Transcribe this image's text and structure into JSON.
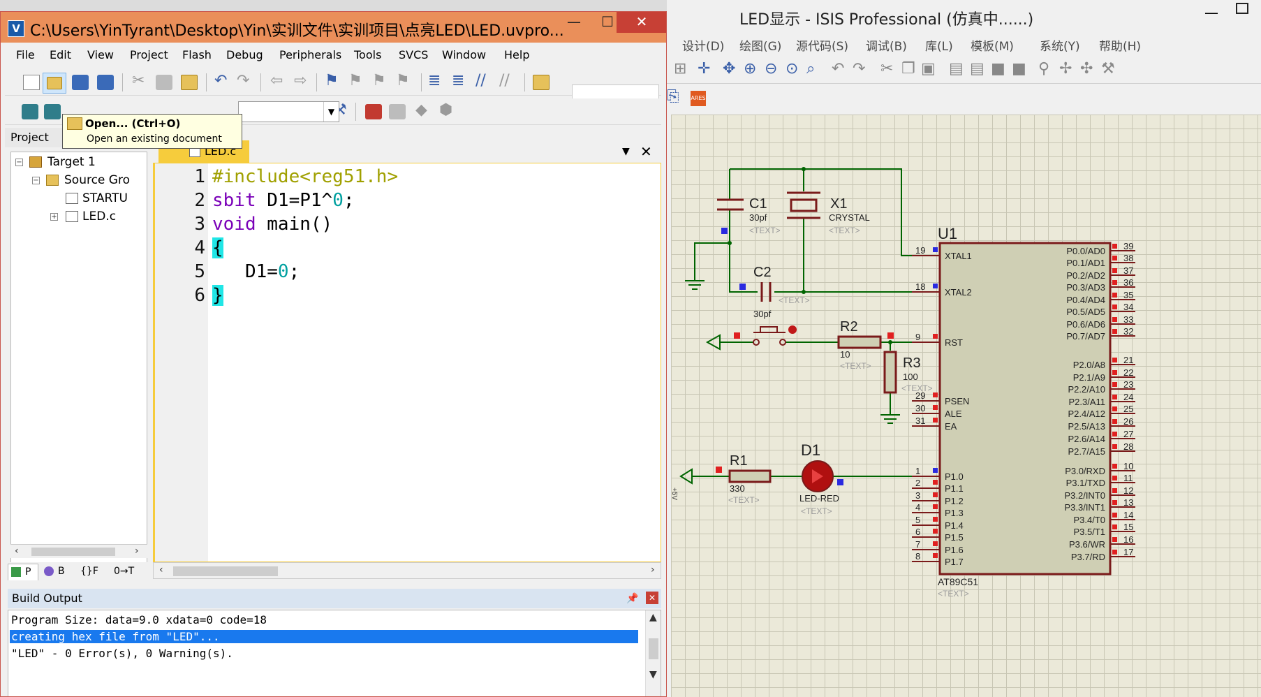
{
  "keil": {
    "title": "C:\\Users\\YinTyrant\\Desktop\\Yin\\实训文件\\实训项目\\点亮LED\\LED.uvpro...",
    "menu": [
      "File",
      "Edit",
      "View",
      "Project",
      "Flash",
      "Debug",
      "Peripherals",
      "Tools",
      "SVCS",
      "Window",
      "Help"
    ],
    "tooltip": {
      "title": "Open... (Ctrl+O)",
      "desc": "Open an existing document"
    },
    "project": {
      "header": "Project",
      "tree": [
        "Target 1",
        "Source Gro",
        "STARTU",
        "LED.c"
      ],
      "tabs": [
        "P",
        "B",
        "{}F",
        "0→T"
      ]
    },
    "editor": {
      "tab": "LED.c",
      "line_numbers": [
        "1",
        "2",
        "3",
        "4",
        "5",
        "6"
      ],
      "lines": {
        "l1_pp": "#include<reg51.h>",
        "l2_kw": "sbit",
        "l2_rest": " D1=P1^",
        "l2_num": "0",
        "l2_end": ";",
        "l3_kw": "void",
        "l3_rest": " main()",
        "l4": "{",
        "l5_a": "   D1=",
        "l5_num": "0",
        "l5_end": ";",
        "l6": "}"
      }
    },
    "build": {
      "header": "Build Output",
      "lines": [
        "Program Size: data=9.0 xdata=0 code=18",
        "creating hex file from \"LED\"...",
        "\"LED\" - 0 Error(s), 0 Warning(s)."
      ]
    }
  },
  "isis": {
    "title": "LED显示 - ISIS Professional (仿真中......)",
    "menu": [
      "设计(D)",
      "绘图(G)",
      "源代码(S)",
      "调试(B)",
      "库(L)",
      "模板(M)",
      "系统(Y)",
      "帮助(H)"
    ],
    "ares": "ARES",
    "schematic": {
      "c1": {
        "ref": "C1",
        "value": "30pf",
        "text": "<TEXT>"
      },
      "c2": {
        "ref": "C2",
        "value": "30pf",
        "text": "<TEXT>"
      },
      "x1": {
        "ref": "X1",
        "value": "CRYSTAL",
        "text": "<TEXT>"
      },
      "r1": {
        "ref": "R1",
        "value": "330",
        "text": "<TEXT>"
      },
      "r2": {
        "ref": "R2",
        "value": "10",
        "text": "<TEXT>"
      },
      "r3": {
        "ref": "R3",
        "value": "100",
        "text": "<TEXT>"
      },
      "d1": {
        "ref": "D1",
        "value": "LED-RED",
        "text": "<TEXT>"
      },
      "u1": {
        "ref": "U1",
        "part": "AT89C51",
        "text": "<TEXT>"
      },
      "vcc_label": "+5V",
      "left_pins": [
        {
          "num": "19",
          "name": "XTAL1"
        },
        {
          "num": "18",
          "name": "XTAL2"
        },
        {
          "num": "9",
          "name": "RST"
        },
        {
          "num": "29",
          "name": "PSEN"
        },
        {
          "num": "30",
          "name": "ALE"
        },
        {
          "num": "31",
          "name": "EA"
        },
        {
          "num": "1",
          "name": "P1.0"
        },
        {
          "num": "2",
          "name": "P1.1"
        },
        {
          "num": "3",
          "name": "P1.2"
        },
        {
          "num": "4",
          "name": "P1.3"
        },
        {
          "num": "5",
          "name": "P1.4"
        },
        {
          "num": "6",
          "name": "P1.5"
        },
        {
          "num": "7",
          "name": "P1.6"
        },
        {
          "num": "8",
          "name": "P1.7"
        }
      ],
      "right_pins": [
        {
          "num": "39",
          "name": "P0.0/AD0"
        },
        {
          "num": "38",
          "name": "P0.1/AD1"
        },
        {
          "num": "37",
          "name": "P0.2/AD2"
        },
        {
          "num": "36",
          "name": "P0.3/AD3"
        },
        {
          "num": "35",
          "name": "P0.4/AD4"
        },
        {
          "num": "34",
          "name": "P0.5/AD5"
        },
        {
          "num": "33",
          "name": "P0.6/AD6"
        },
        {
          "num": "32",
          "name": "P0.7/AD7"
        },
        {
          "num": "21",
          "name": "P2.0/A8"
        },
        {
          "num": "22",
          "name": "P2.1/A9"
        },
        {
          "num": "23",
          "name": "P2.2/A10"
        },
        {
          "num": "24",
          "name": "P2.3/A11"
        },
        {
          "num": "25",
          "name": "P2.4/A12"
        },
        {
          "num": "26",
          "name": "P2.5/A13"
        },
        {
          "num": "27",
          "name": "P2.6/A14"
        },
        {
          "num": "28",
          "name": "P2.7/A15"
        },
        {
          "num": "10",
          "name": "P3.0/RXD"
        },
        {
          "num": "11",
          "name": "P3.1/TXD"
        },
        {
          "num": "12",
          "name": "P3.2/INT0"
        },
        {
          "num": "13",
          "name": "P3.3/INT1"
        },
        {
          "num": "14",
          "name": "P3.4/T0"
        },
        {
          "num": "15",
          "name": "P3.5/T1"
        },
        {
          "num": "16",
          "name": "P3.6/WR"
        },
        {
          "num": "17",
          "name": "P3.7/RD"
        }
      ]
    }
  },
  "colors": {
    "wire": "#006400",
    "component": "#7a1a1a",
    "chip_fill": "#cfcfb4",
    "pin_red": "#e02020",
    "pin_blue": "#2a2ae0",
    "keil_title": "#ea8f5a"
  }
}
